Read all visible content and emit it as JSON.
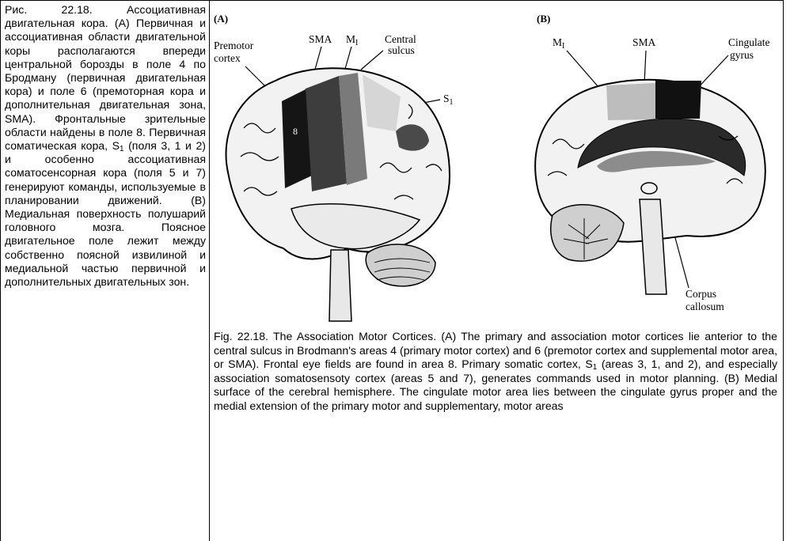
{
  "russian_caption": {
    "lines": [
      "Рис. 22.18. Ассоциативная двигательная кора. (А) Первичная и ассоциативная области двигательной коры располагаются впереди центральной борозды в поле 4 по Бродману (первичная двигательная кора) и поле 6 (премоторная кора и дополнительная двигательная зона, SMA). Фронтальные зрительные области найдены в поле 8. Первичная соматическая кора, ",
      "S",
      "1",
      " (поля 3, 1 и 2) и особенно ассоциативная соматосенсорная кора (поля 5 и 7) генерируют команды, используемые в планировании движений. (В) Медиальная поверхность полушарий головного мозга. Поясное двигательное поле лежит между собственно поясной извилиной и медиальной частью первичной и дополнительных двигательных зон."
    ]
  },
  "figure": {
    "panel_a": {
      "label": "(A)",
      "labels": {
        "premotor": "Premotor",
        "premotor2": "cortex",
        "sma": "SMA",
        "m": "M",
        "m_sub": "I",
        "central": "Central",
        "central2": "sulcus",
        "s": "S",
        "s_sub": "1",
        "area8": "8"
      }
    },
    "panel_b": {
      "label": "(B)",
      "labels": {
        "m": "M",
        "m_sub": "I",
        "sma": "SMA",
        "cingulate": "Cingulate",
        "cingulate2": "gyrus",
        "corpus": "Corpus",
        "corpus2": "callosum"
      }
    }
  },
  "english_caption": {
    "part1": "Fig. 22.18. The Association Motor Cortices. (A) The primary and association motor cortices lie anterior to the central sulcus in Brodmann's areas 4 (primary motor cortex) and 6 (premotor cortex and supplemental motor area, or SMA). Frontal eye fields are found in area 8. Primary somatic cortex, ",
    "s": "S",
    "s_sub": "1",
    "part2": "  (areas 3, 1, and 2), and especially association somatosensoty cortex (areas 5 and 7), generates commands used in motor planning. (B) Medial surface of the cerebral hemisphere. The cingulate motor area lies between the cingulate gyrus proper and the medial extension of the primary motor and supplementary, motor areas"
  }
}
